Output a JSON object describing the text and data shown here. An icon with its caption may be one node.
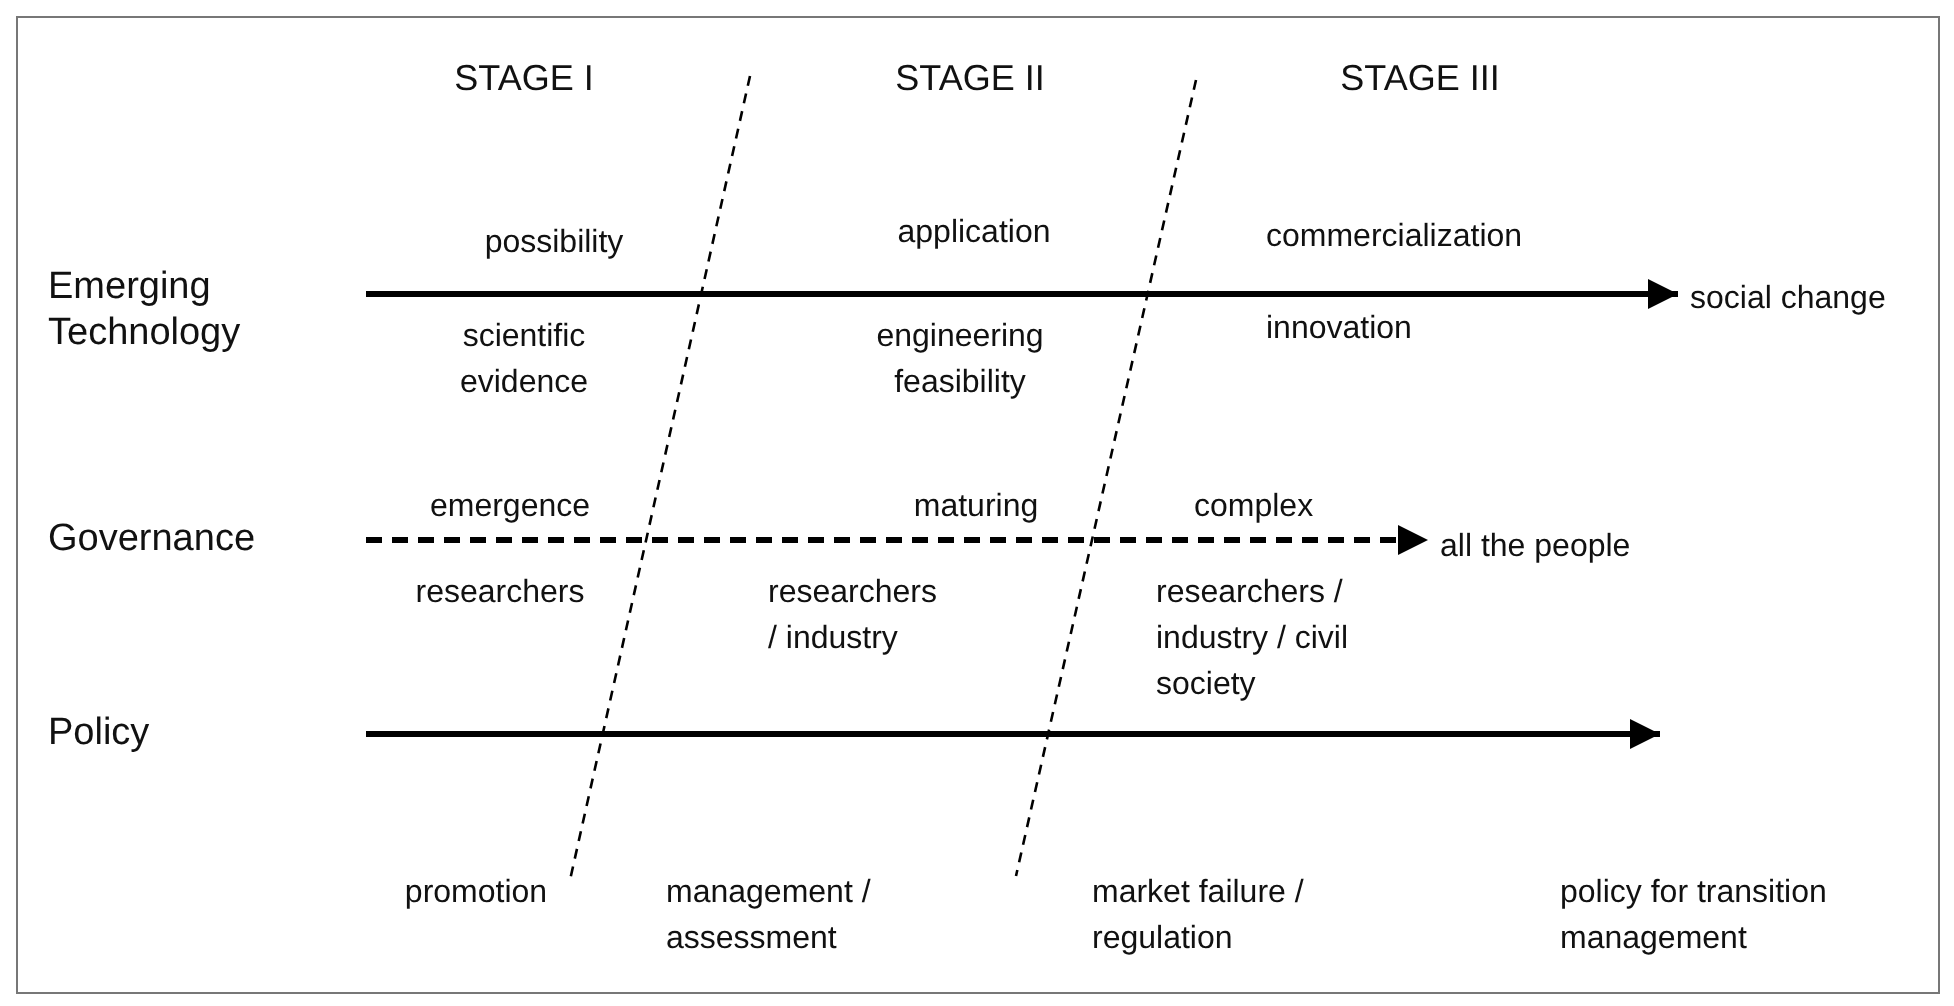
{
  "diagram": {
    "nodes": [
      {
        "text": [
          "Emerging Technology"
        ]
      },
      {
        "text": [
          "social change"
        ]
      },
      {
        "text": [
          "Governance"
        ]
      },
      {
        "text": [
          "all the people"
        ]
      },
      {
        "text": [
          "Policy"
        ]
      }
    ],
    "edges": [
      {
        "from": 0,
        "to": 1,
        "arrow": "to"
      },
      {
        "from": 2,
        "to": 3,
        "arrow": "to",
        "style": "dashed"
      }
    ],
    "labels": [
      "STAGE I",
      "STAGE II",
      "STAGE III",
      "possibility",
      "application",
      "commercialization",
      "scientific evidence",
      "engineering feasibility",
      "innovation",
      "emergence",
      "maturing",
      "complex",
      "researchers",
      "researchers / industry",
      "researchers / industry / civil society",
      "promotion",
      "management / assessment",
      "market failure / regulation",
      "policy for transition management"
    ]
  }
}
